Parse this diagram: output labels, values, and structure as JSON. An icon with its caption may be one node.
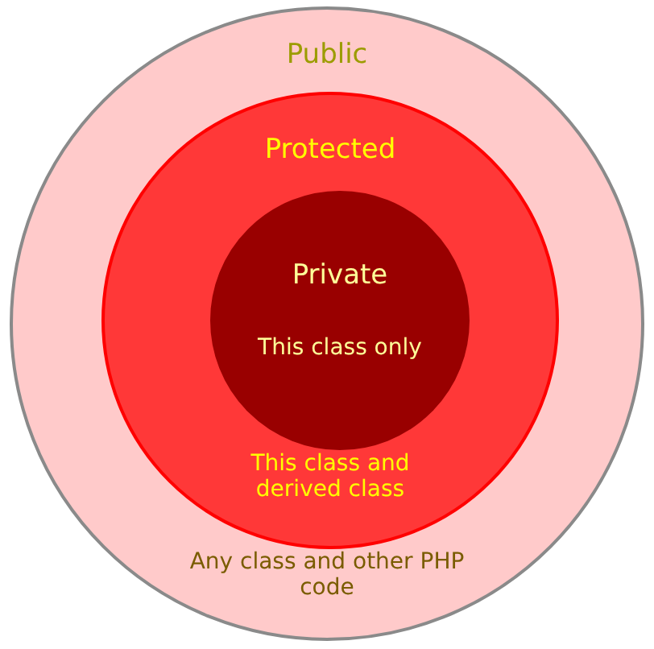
{
  "diagram": {
    "nodes": [
      {
        "text": [
          "Public",
          "Any class and other PHP code"
        ]
      },
      {
        "text": [
          "Protected",
          "This class and derived class"
        ],
        "in": 0
      },
      {
        "text": [
          "Private",
          "This class only"
        ],
        "in": 1
      }
    ]
  }
}
